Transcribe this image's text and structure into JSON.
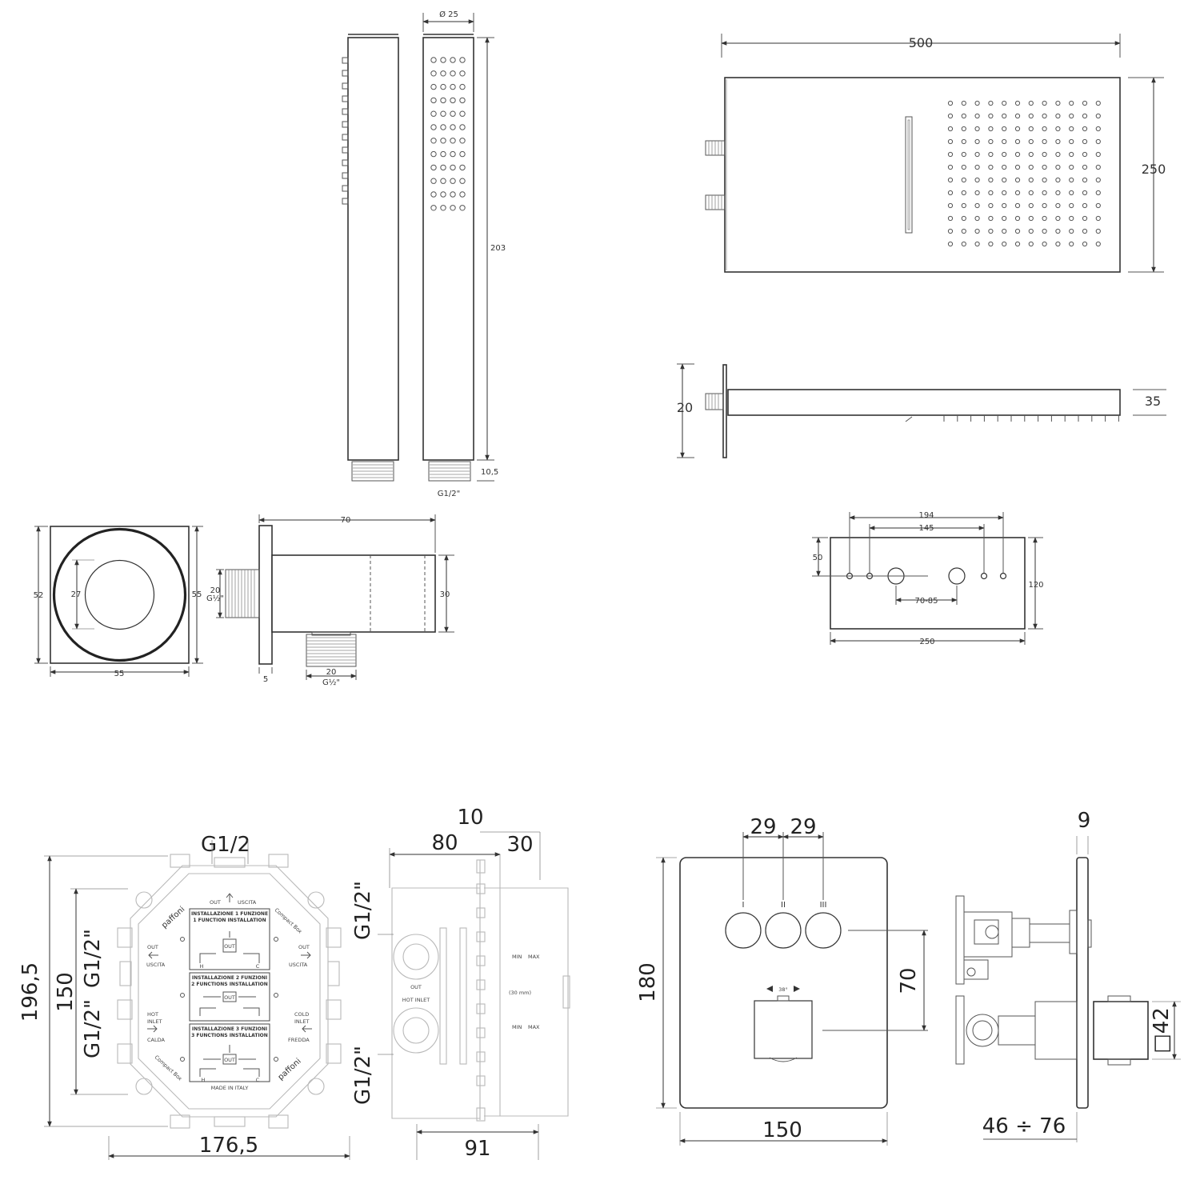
{
  "hand_shower": {
    "diameter_label": "Ø 25",
    "length_label": "203",
    "thread_height_label": "10,5",
    "thread_label": "G1/2\""
  },
  "rain_head": {
    "width_label": "500",
    "height_label": "250",
    "arm_label": "20",
    "depth_label": "35"
  },
  "wall_holder": {
    "plate_height_label": "52",
    "plate_width_label": "55",
    "plate_side_label": "55",
    "round_label": "27",
    "length_label": "70",
    "inlet_label": "20",
    "inlet_thread_label": "G½\"",
    "height_label": "30",
    "flange_label": "5",
    "outlet_label": "20",
    "outlet_thread_label": "G½\""
  },
  "mount_plate": {
    "outer_spacing_label": "194",
    "inner_spacing_label": "145",
    "offset_label": "50",
    "height_label": "120",
    "pipe_spacing_label": "70-85",
    "width_label": "250"
  },
  "compact_box": {
    "top_thread_label": "G1/2",
    "height_outer_label": "196,5",
    "height_inner_label": "150",
    "thread_left_a": "G1/2\"",
    "thread_left_b": "G1/2\"",
    "width_label": "176,5",
    "text": {
      "out_top": "OUT",
      "uscita_top": "USCITA",
      "brand_a": "paffoni",
      "brand_b": "paffoni",
      "compact_a": "Compact Box",
      "compact_b": "Compact Box",
      "out_left": "OUT",
      "uscita_left": "USCITA",
      "out_right": "OUT",
      "uscita_right": "USCITA",
      "hot": "HOT",
      "inlet_l": "INLET",
      "calda": "CALDA",
      "cold": "COLD",
      "inlet_r": "INLET",
      "fredda": "FREDDA",
      "inst1_it": "INSTALLAZIONE 1 FUNZIONE",
      "inst1_en": "1 FUNCTION INSTALLATION",
      "inst2_it": "INSTALLAZIONE 2 FUNZIONI",
      "inst2_en": "2 FUNCTIONS INSTALLATION",
      "inst3_it": "INSTALLAZIONE 3 FUNZIONI",
      "inst3_en": "3 FUNCTIONS INSTALLATION",
      "made": "MADE IN ITALY",
      "out_tag": "OUT",
      "h": "H",
      "c": "C"
    }
  },
  "box_side": {
    "top_label": "10",
    "depth_label": "80",
    "front_label": "30",
    "thread_top": "G1/2\"",
    "thread_bottom": "G1/2\"",
    "bottom_label": "91",
    "min_a": "MIN",
    "max_a": "MAX",
    "min_b": "MIN",
    "max_b": "MAX",
    "note": "(30 mm)",
    "out_text": "OUT",
    "hot_text": "HOT INLET"
  },
  "thermostat": {
    "spacing_a": "29",
    "spacing_b": "29",
    "button_1": "I",
    "button_2": "II",
    "button_3": "III",
    "angle_label": "38°",
    "height_label": "180",
    "vertical_label": "70",
    "width_label": "150",
    "plate_label": "9",
    "knob_label": "□42",
    "depth_label": "46 ÷ 76"
  }
}
